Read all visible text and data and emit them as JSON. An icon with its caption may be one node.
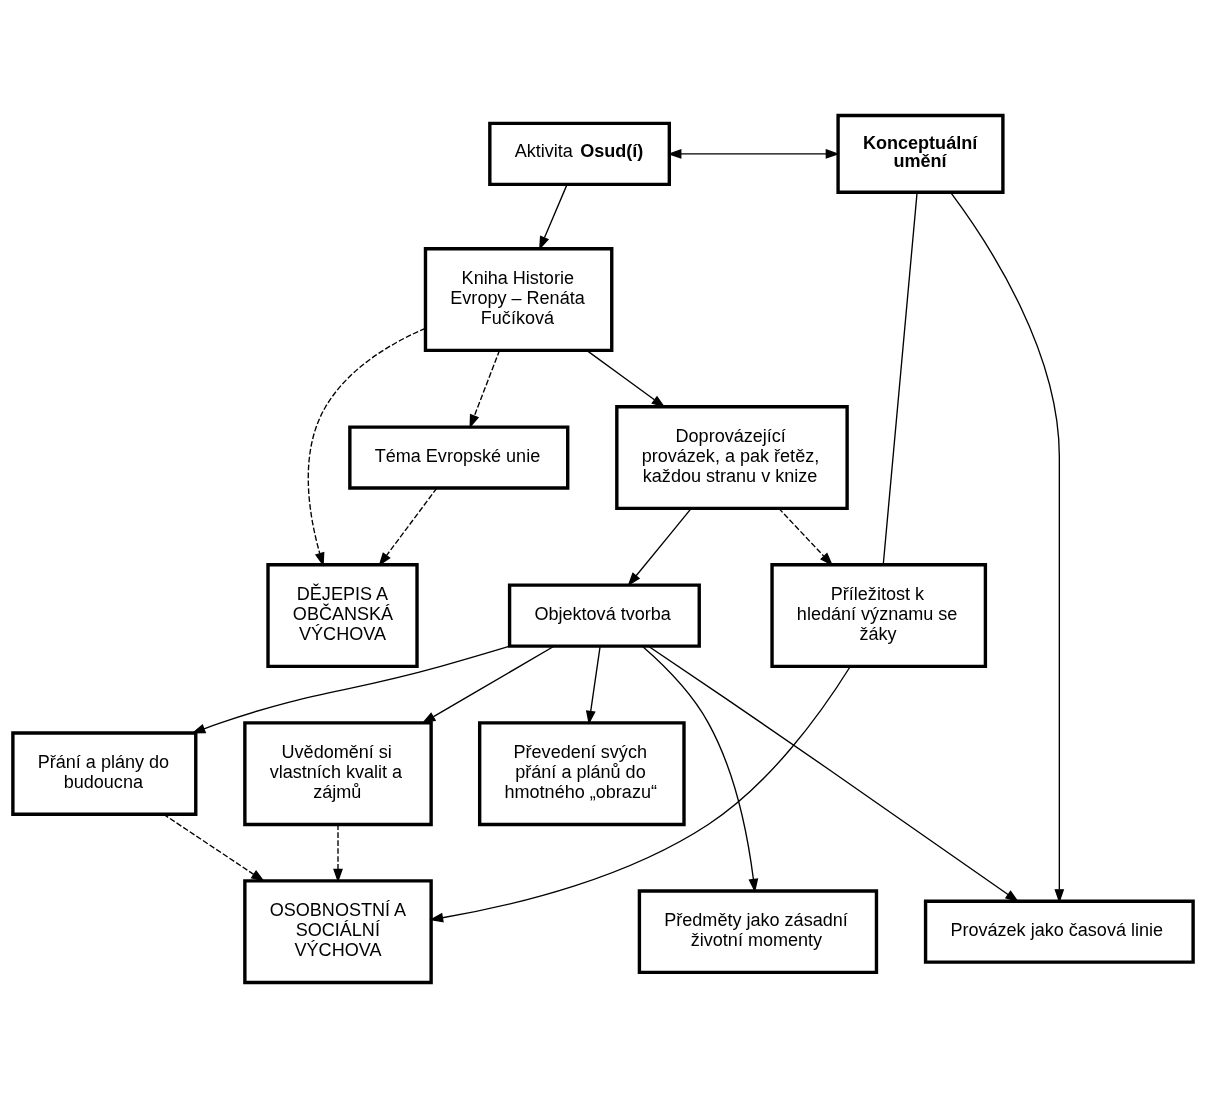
{
  "diagram": {
    "nodes": [
      {
        "text": [
          "Aktivita **Osud(í)**"
        ]
      },
      {
        "text": [
          "Konceptuální umění"
        ]
      },
      {
        "text": [
          "Kniha Historie Evropy – Renáta Fučíková"
        ]
      },
      {
        "text": [
          "Téma Evropské unie"
        ]
      },
      {
        "text": [
          "DĚJEPIS A OBČANSKÁ VÝCHOVA"
        ]
      },
      {
        "text": [
          "Doprovázející provázek, a pak řetěz, každou stranu v knize"
        ]
      },
      {
        "text": [
          "Příležitost k hledání významu se žáky"
        ]
      },
      {
        "text": [
          "Objektová tvorba"
        ]
      },
      {
        "text": [
          "Provázek jako časová linie"
        ]
      },
      {
        "text": [
          "Předměty jako zásadní životní momenty"
        ]
      },
      {
        "text": [
          "OSOBNOSTNÍ A SOCIÁLNÍ VÝCHOVA"
        ]
      },
      {
        "text": [
          "Převedení svých přání a plánů do hmotného „obrazu“"
        ]
      },
      {
        "text": [
          "Přání a plány do budoucna"
        ]
      },
      {
        "text": [
          "Uvědomění si vlastních kvalit a zájmů"
        ]
      }
    ],
    "edges": [
      {
        "from": 0,
        "to": 1,
        "arrow": "both"
      },
      {
        "from": 0,
        "to": 2,
        "arrow": "to"
      },
      {
        "from": 2,
        "to": 3,
        "arrow": "to",
        "style": "dashed"
      },
      {
        "from": 2,
        "to": 4,
        "arrow": "to",
        "style": "dashed"
      },
      {
        "from": 3,
        "to": 4,
        "arrow": "to",
        "style": "dashed"
      },
      {
        "from": 2,
        "to": 5,
        "arrow": "to"
      },
      {
        "from": 1,
        "to": 8,
        "arrow": "to"
      },
      {
        "from": 1,
        "to": 6,
        "arrow": "none"
      },
      {
        "from": 5,
        "to": 6,
        "arrow": "to",
        "style": "dashed"
      },
      {
        "from": 5,
        "to": 7,
        "arrow": "to"
      },
      {
        "from": 6,
        "to": 10,
        "arrow": "to"
      },
      {
        "from": 7,
        "to": 8,
        "arrow": "to"
      },
      {
        "from": 7,
        "to": 9,
        "arrow": "to"
      },
      {
        "from": 7,
        "to": 11,
        "arrow": "to"
      },
      {
        "from": 7,
        "to": 12,
        "arrow": "to"
      },
      {
        "from": 7,
        "to": 13,
        "arrow": "to"
      },
      {
        "from": 12,
        "to": 10,
        "arrow": "to",
        "style": "dashed"
      },
      {
        "from": 13,
        "to": 10,
        "arrow": "to",
        "style": "dashed"
      }
    ]
  }
}
